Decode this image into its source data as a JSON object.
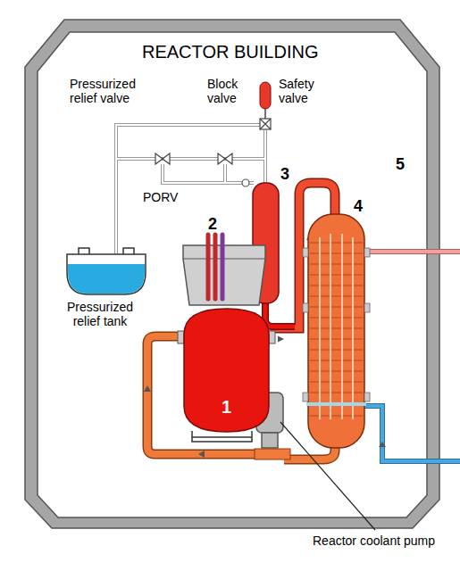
{
  "diagram": {
    "title": "REACTOR BUILDING",
    "nodes": [
      {
        "text": [
          "1"
        ]
      }
    ],
    "labels": [
      "Pressurized relief valve",
      "Block valve",
      "Safety valve",
      "PORV",
      "2",
      "3",
      "4",
      "5",
      "Pressurized relief tank",
      "Reactor coolant pump"
    ]
  }
}
